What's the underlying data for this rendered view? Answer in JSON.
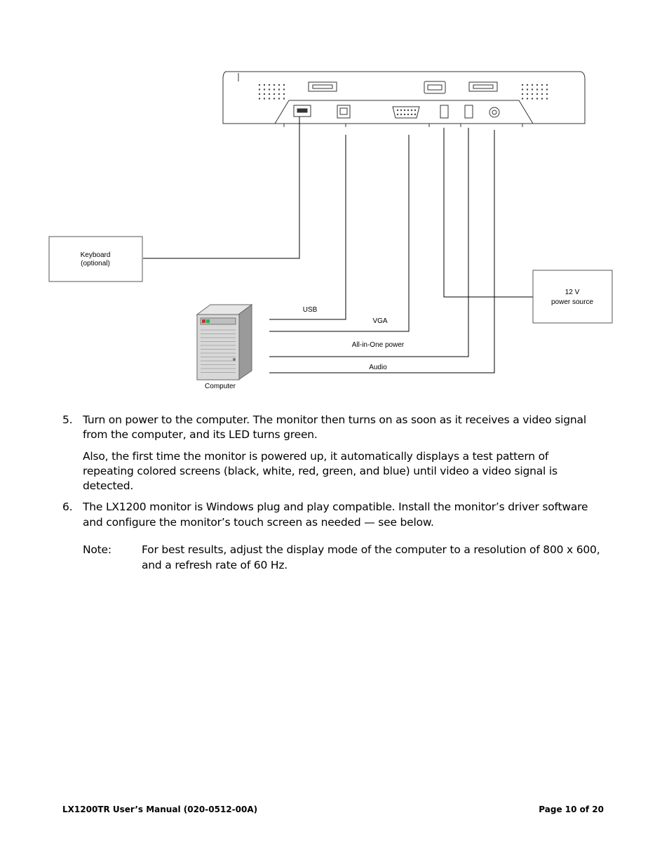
{
  "diagram": {
    "keyboard_label_1": "Keyboard",
    "keyboard_label_2": "(optional)",
    "power_label_1": "12 V",
    "power_label_2": "power source",
    "computer_label": "Computer",
    "cable_usb": "USB",
    "cable_vga": "VGA",
    "cable_power": "All-in-One power",
    "cable_audio": "Audio"
  },
  "steps": [
    {
      "number": "5.",
      "line1": "Turn on power to the computer. The monitor then turns on as soon as it receives a video signal",
      "line2": "from the computer, and its LED turns green.",
      "extra_line1": "Also, the first time the monitor is powered up, it automatically displays a test pattern of",
      "extra_line2": "repeating colored screens (black, white, red, green, and blue) until video a video signal is",
      "extra_line3": "detected."
    },
    {
      "number": "6.",
      "line1": "The LX1200 monitor is Windows plug and play compatible.   Install the monitor’s driver software",
      "line2": "and configure the monitor’s touch screen as needed — see below."
    }
  ],
  "note": {
    "label": "Note:",
    "line1": "For best results, adjust the display mode of the computer to a resolution of 800 x 600,",
    "line2": "and a refresh rate of 60 Hz."
  },
  "footer": {
    "left": "LX1200TR User’s Manual (020-0512-00A)",
    "right": "Page 10 of 20"
  }
}
